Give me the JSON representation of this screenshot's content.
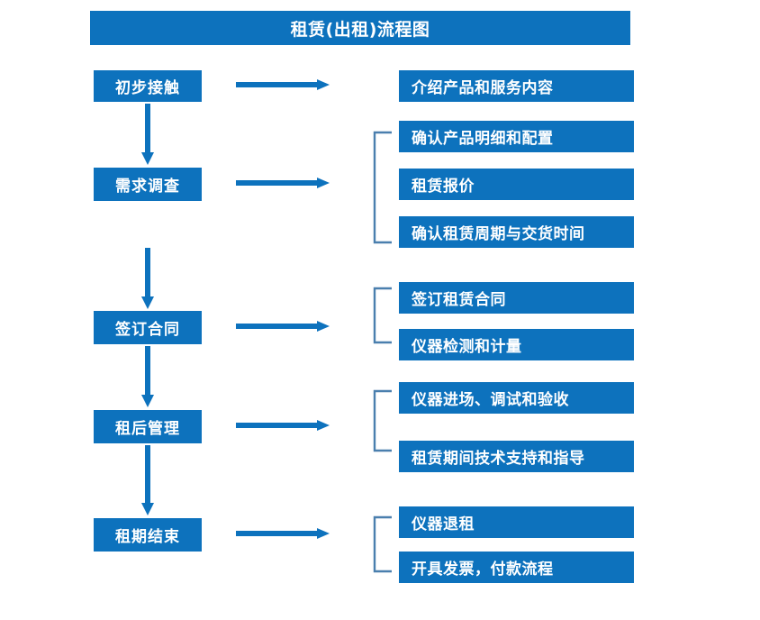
{
  "diagram": {
    "title": "租赁(出租)流程图",
    "colors": {
      "box_blue": "#0d72bd",
      "arrow_blue": "#0d72bd",
      "bracket_blue": "#4a7fae",
      "text_white": "#ffffff",
      "background": "#ffffff"
    },
    "stages": [
      {
        "label": "初步接触"
      },
      {
        "label": "需求调查"
      },
      {
        "label": "签订合同"
      },
      {
        "label": "租后管理"
      },
      {
        "label": "租期结束"
      }
    ],
    "details": [
      {
        "label": "介绍产品和服务内容"
      },
      {
        "label": "确认产品明细和配置"
      },
      {
        "label": "租赁报价"
      },
      {
        "label": "确认租赁周期与交货时间"
      },
      {
        "label": "签订租赁合同"
      },
      {
        "label": "仪器检测和计量"
      },
      {
        "label": "仪器进场、调试和验收"
      },
      {
        "label": "租赁期间技术支持和指导"
      },
      {
        "label": "仪器退租"
      },
      {
        "label": "开具发票，付款流程"
      }
    ],
    "icons": {
      "right_arrow": "right-arrow-icon",
      "down_arrow": "down-arrow-icon",
      "group_bracket": "group-bracket-icon"
    }
  }
}
